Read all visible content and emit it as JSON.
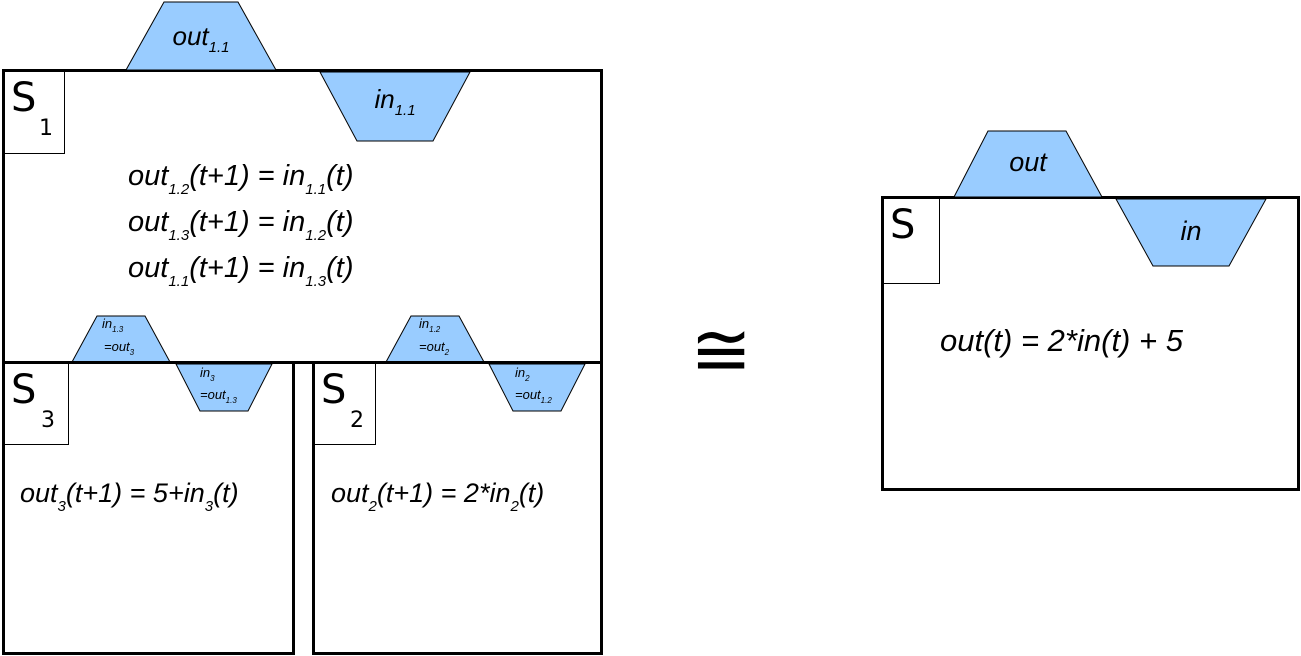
{
  "left_system": {
    "S1": {
      "tag_main": "S",
      "tag_sub": "1",
      "equations": [
        {
          "lhs": "out",
          "lhs_sub": "1.2",
          "mid": "(t+1) = in",
          "rhs_sub": "1.1",
          "tail": "(t)"
        },
        {
          "lhs": "out",
          "lhs_sub": "1.3",
          "mid": "(t+1) = in",
          "rhs_sub": "1.2",
          "tail": "(t)"
        },
        {
          "lhs": "out",
          "lhs_sub": "1.1",
          "mid": "(t+1) = in",
          "rhs_sub": "1.3",
          "tail": "(t)"
        }
      ],
      "port_out": {
        "base": "out",
        "sub": "1.1"
      },
      "port_in": {
        "base": "in",
        "sub": "1.1"
      },
      "port_in13": {
        "l1_base": "in",
        "l1_sub": "1.3",
        "l2_base": "=out",
        "l2_sub": "3"
      },
      "port_in12": {
        "l1_base": "in",
        "l1_sub": "1.2",
        "l2_base": "=out",
        "l2_sub": "2"
      }
    },
    "S3": {
      "tag_main": "S",
      "tag_sub": "3",
      "equation": {
        "a": "out",
        "a_sub": "3",
        "b": "(t+1) = 5+in",
        "b_sub": "3",
        "c": "(t)"
      },
      "port_in3": {
        "l1_base": "in",
        "l1_sub": "3",
        "l2_base": "=out",
        "l2_sub": "1.3"
      }
    },
    "S2": {
      "tag_main": "S",
      "tag_sub": "2",
      "equation": {
        "a": "out",
        "a_sub": "2",
        "b": "(t+1) = 2*in",
        "b_sub": "2",
        "c": "(t)"
      },
      "port_in2": {
        "l1_base": "in",
        "l1_sub": "2",
        "l2_base": "=out",
        "l2_sub": "1.2"
      }
    }
  },
  "congruence_symbol": "≅",
  "right_system": {
    "tag_main": "S",
    "port_out": "out",
    "port_in": "in",
    "equation": "out(t) = 2*in(t) + 5"
  },
  "colors": {
    "port_fill": "#99ccff",
    "stroke": "#000000"
  }
}
